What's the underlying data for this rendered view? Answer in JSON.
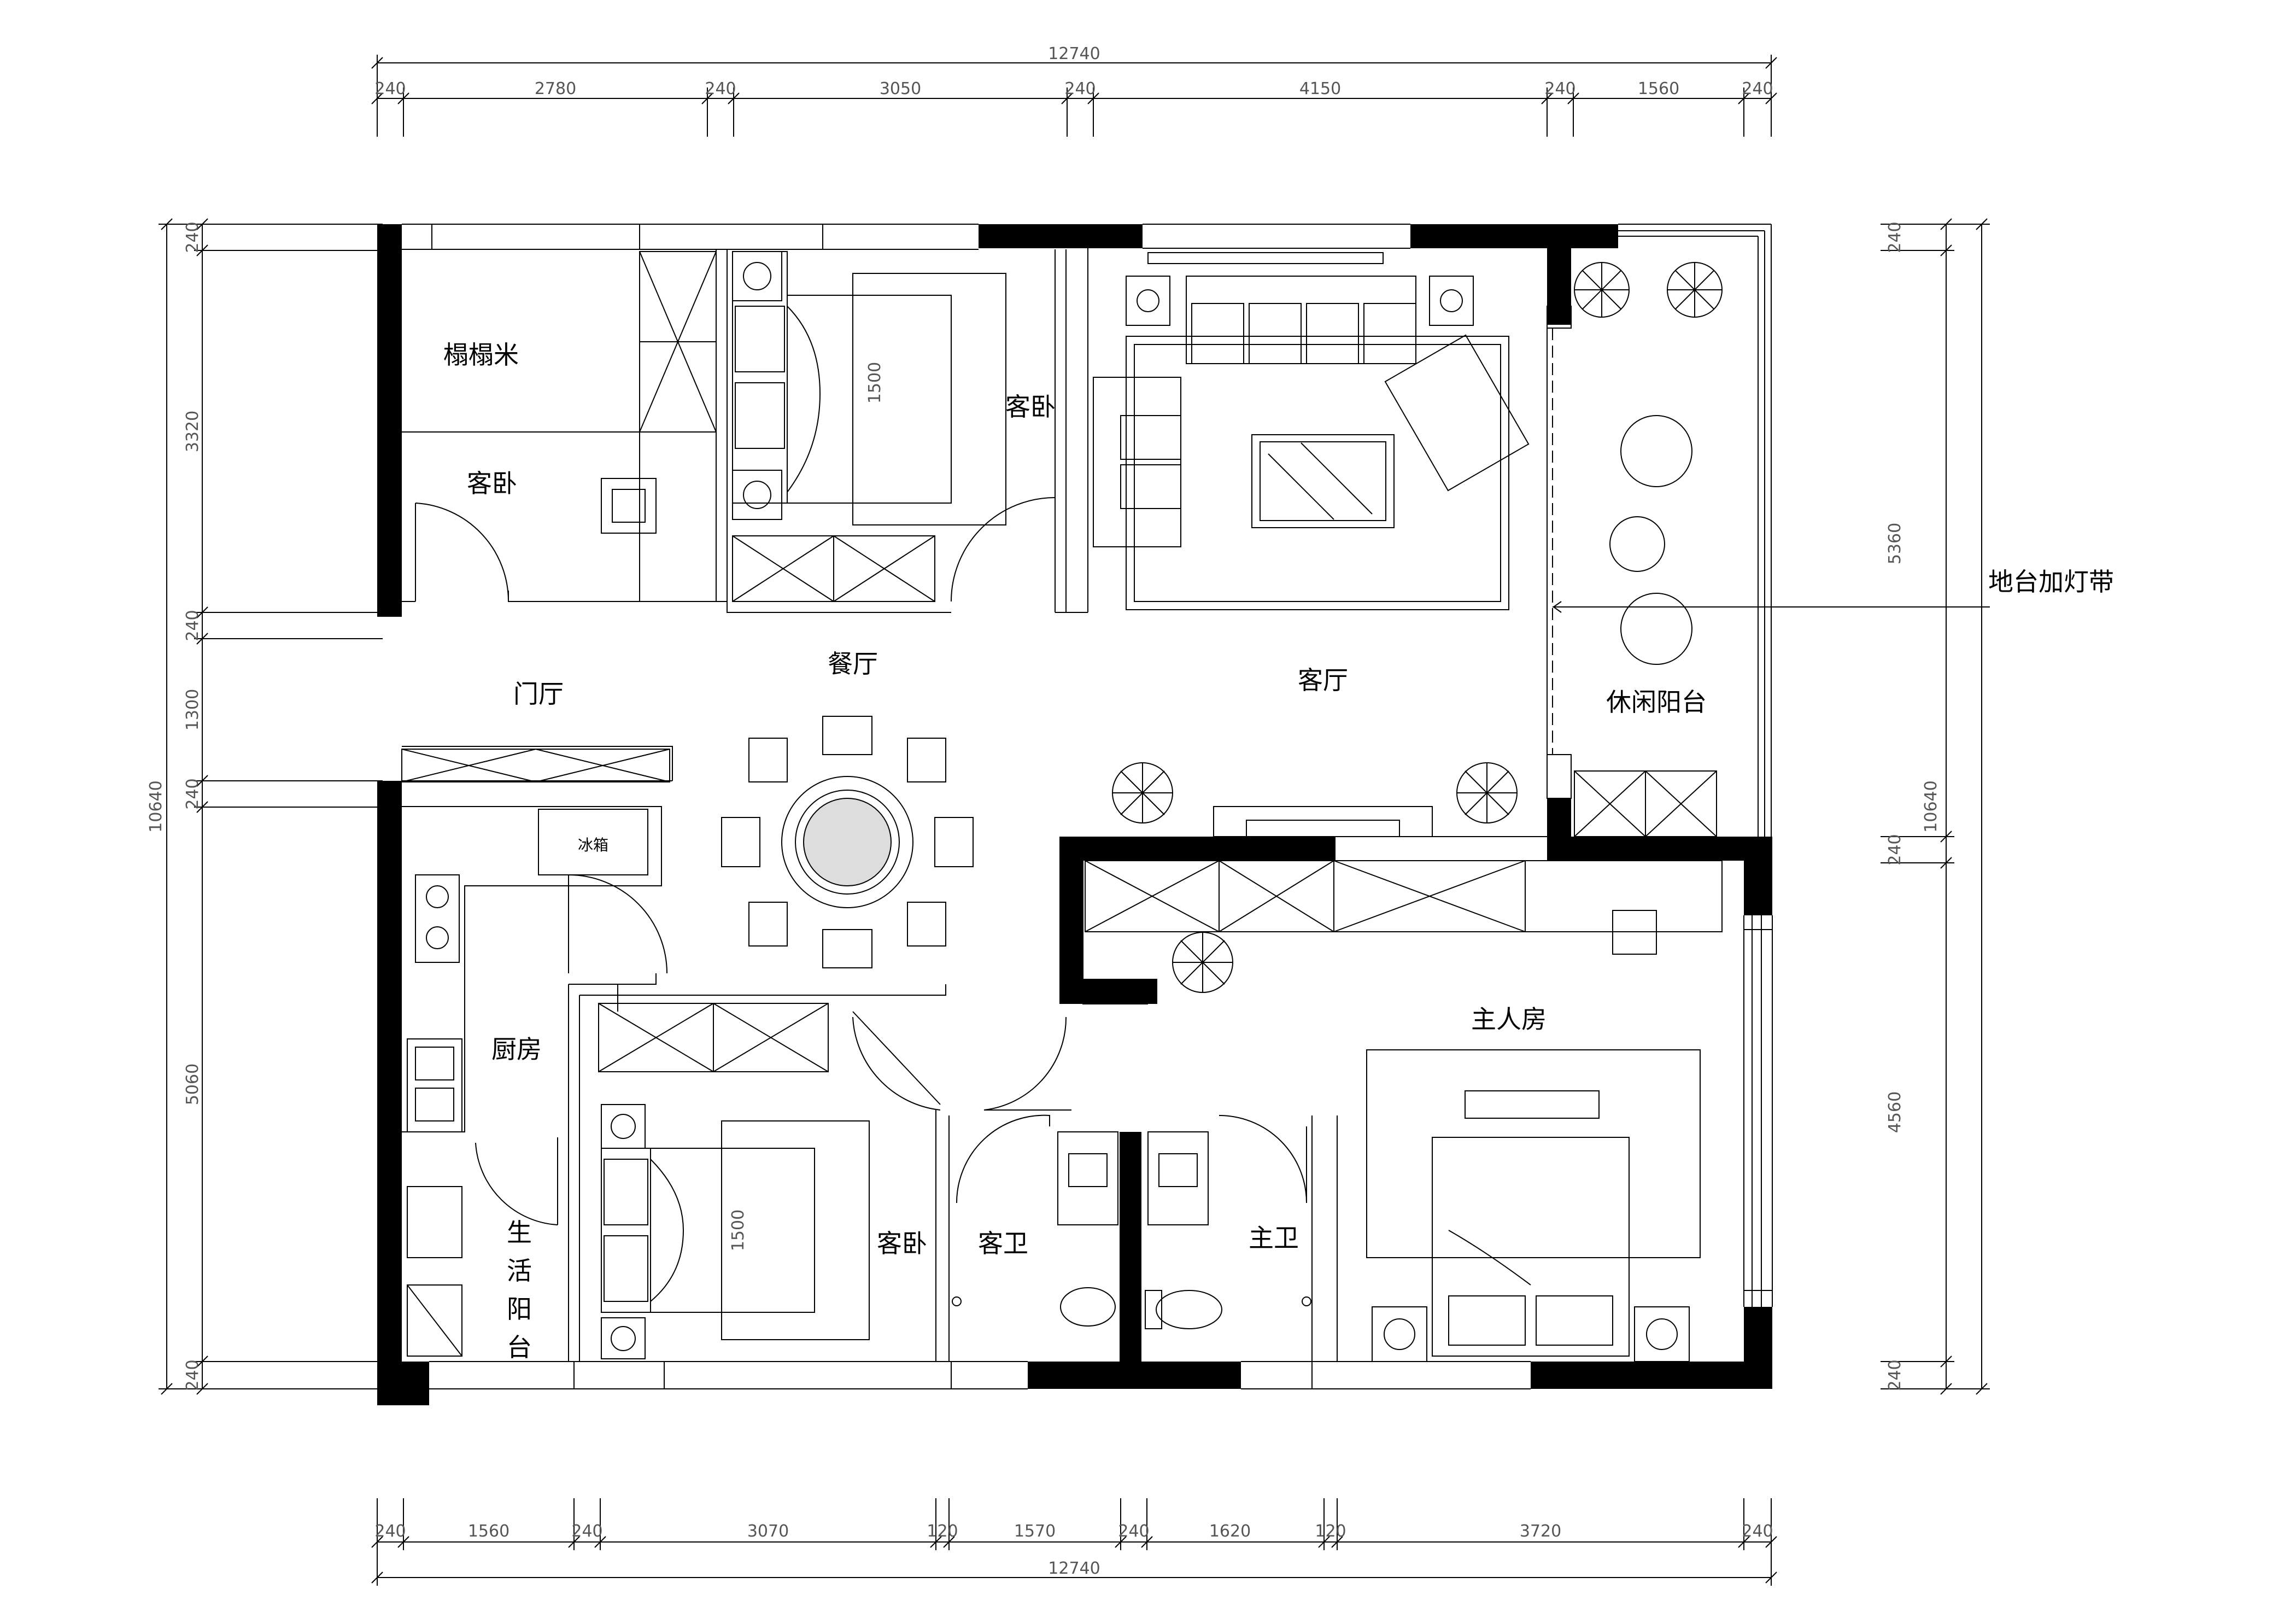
{
  "rooms": {
    "tatami": "榻榻米",
    "guest_bedroom_nw": "客卧",
    "guest_bedroom_n": "客卧",
    "living_room": "客厅",
    "dining_room": "餐厅",
    "foyer": "门厅",
    "leisure_balcony": "休闲阳台",
    "kitchen": "厨房",
    "service_balcony": [
      "生",
      "活",
      "阳",
      "台"
    ],
    "guest_bedroom_s": "客卧",
    "guest_bathroom": "客卫",
    "master_bathroom": "主卫",
    "master_bedroom": "主人房"
  },
  "annotations": {
    "floor_light_strip": "地台加灯带",
    "fridge": "冰箱",
    "bed_width_n": "1500",
    "bed_width_s": "1500"
  },
  "dimensions": {
    "top_total": "12740",
    "top_segments": [
      "240",
      "2780",
      "240",
      "3050",
      "240",
      "4150",
      "240",
      "1560",
      "240"
    ],
    "bottom_total": "12740",
    "bottom_segments": [
      "240",
      "1560",
      "240",
      "3070",
      "120",
      "1570",
      "240",
      "1620",
      "120",
      "3720",
      "240"
    ],
    "left_total": "10640",
    "left_segments": [
      "240",
      "3320",
      "240",
      "1300",
      "240",
      "5060",
      "240"
    ],
    "right_total": "10640",
    "right_segments": [
      "240",
      "5360",
      "240",
      "4560",
      "240"
    ]
  }
}
